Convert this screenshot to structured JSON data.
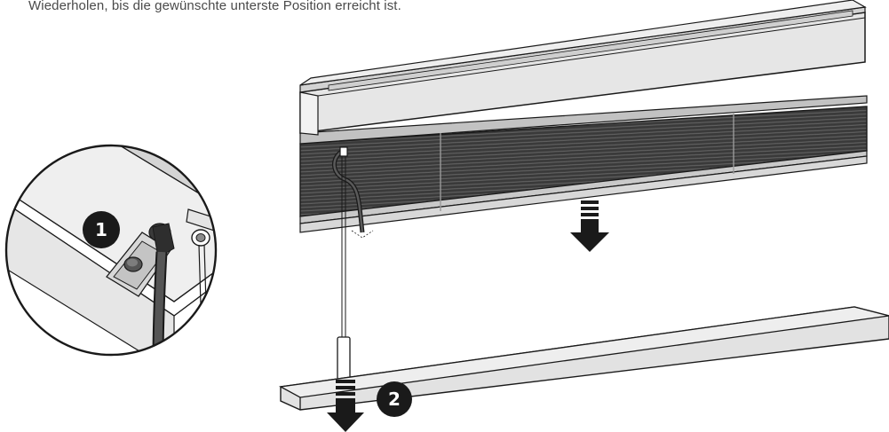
{
  "caption": "Wiederholen, bis die gewünschte unterste Position erreicht ist.",
  "steps": [
    {
      "number": "1"
    },
    {
      "number": "2"
    }
  ],
  "colors": {
    "line": "#1a1a1a",
    "fabric": "#3a3a3a",
    "rail_light": "#e2e2e2",
    "rail_mid": "#c9c9c9",
    "badge": "#1a1a1a",
    "arrow": "#1a1a1a"
  },
  "icons": [
    "down-arrow-icon",
    "step-badge-icon"
  ]
}
